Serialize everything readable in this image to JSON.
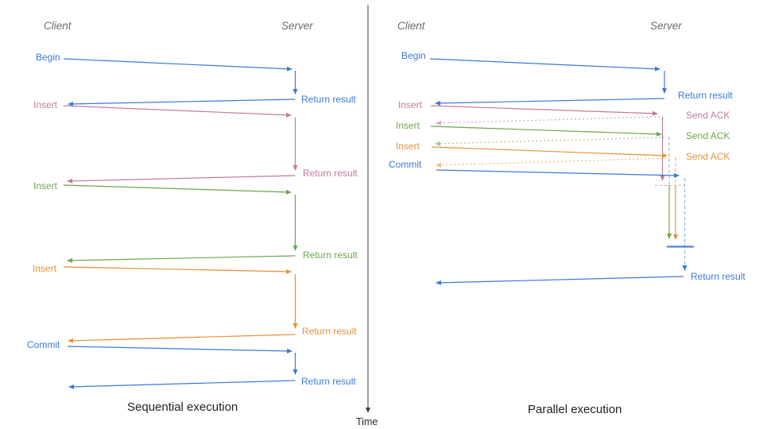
{
  "palette": {
    "blue": "#3d78d8",
    "pink": "#c27ba0",
    "green": "#6aa84f",
    "orange": "#e69138",
    "light_blue": "#8fb4ea",
    "light_pink": "#d9a7c4",
    "light_green": "#9fcb8f",
    "light_orange": "#f0bb7d",
    "axis_gray": "#404040"
  },
  "time_axis": {
    "label": "Time"
  },
  "sequential": {
    "title": "Sequential execution",
    "client_header": "Client",
    "server_header": "Server",
    "operations": [
      {
        "label": "Begin",
        "color": "blue",
        "response": "Return result"
      },
      {
        "label": "Insert",
        "color": "pink",
        "response": "Return result"
      },
      {
        "label": "Insert",
        "color": "green",
        "response": "Return result"
      },
      {
        "label": "Insert",
        "color": "orange",
        "response": "Return result"
      },
      {
        "label": "Commit",
        "color": "blue",
        "response": "Return result"
      }
    ]
  },
  "parallel": {
    "title": "Parallel execution",
    "client_header": "Client",
    "server_header": "Server",
    "operations": [
      {
        "label": "Begin",
        "color": "blue",
        "response": "Return result"
      },
      {
        "label": "Insert",
        "color": "pink",
        "response": "Send ACK"
      },
      {
        "label": "Insert",
        "color": "green",
        "response": "Send ACK"
      },
      {
        "label": "Insert",
        "color": "orange",
        "response": "Send ACK"
      },
      {
        "label": "Commit",
        "color": "blue",
        "response": "Return result"
      }
    ]
  }
}
